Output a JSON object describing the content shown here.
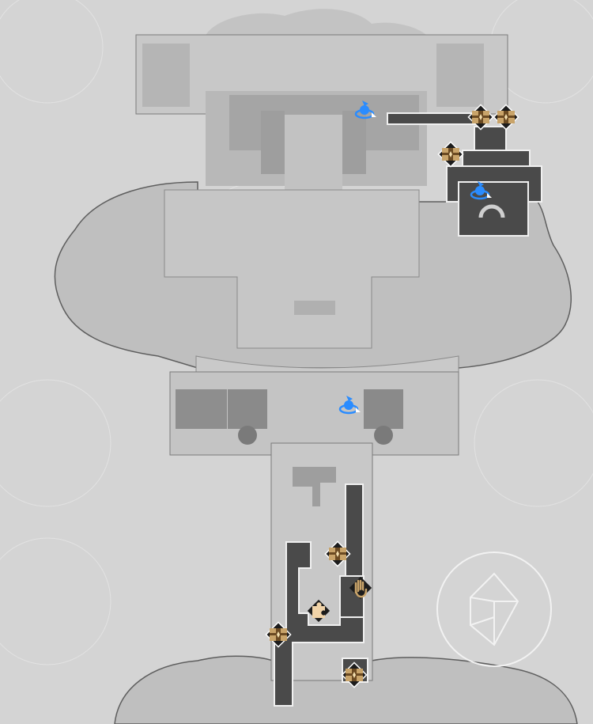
{
  "map": {
    "colors": {
      "background": "#d4d4d4",
      "cloud": "#bdbdbd",
      "cloud_edge": "#5a5a5a",
      "floor": "#cbcbcb",
      "floor_light": "#d9d9d9",
      "wall": "#a9a9a9",
      "current_floor": "#4a4a4a",
      "accent_gold": "#c9a46a",
      "chest_brown": "#6b4a22",
      "teleport_blue": "#2a8cff"
    },
    "markers": [
      {
        "type": "space-anchor",
        "icon": "space-anchor-icon"
      },
      {
        "type": "space-anchor",
        "icon": "space-anchor-icon"
      },
      {
        "type": "space-anchor",
        "icon": "space-anchor-icon"
      },
      {
        "type": "treasure-chest",
        "icon": "treasure-chest-icon"
      },
      {
        "type": "treasure-chest",
        "icon": "treasure-chest-icon"
      },
      {
        "type": "treasure-chest",
        "icon": "treasure-chest-icon"
      },
      {
        "type": "treasure-chest",
        "icon": "treasure-chest-icon"
      },
      {
        "type": "treasure-chest",
        "icon": "treasure-chest-icon"
      },
      {
        "type": "treasure-chest",
        "icon": "treasure-chest-icon"
      },
      {
        "type": "puzzle",
        "icon": "puzzle-piece-icon"
      },
      {
        "type": "interact",
        "icon": "hand-icon"
      }
    ],
    "compass_icon": "compass-emblem-icon"
  }
}
